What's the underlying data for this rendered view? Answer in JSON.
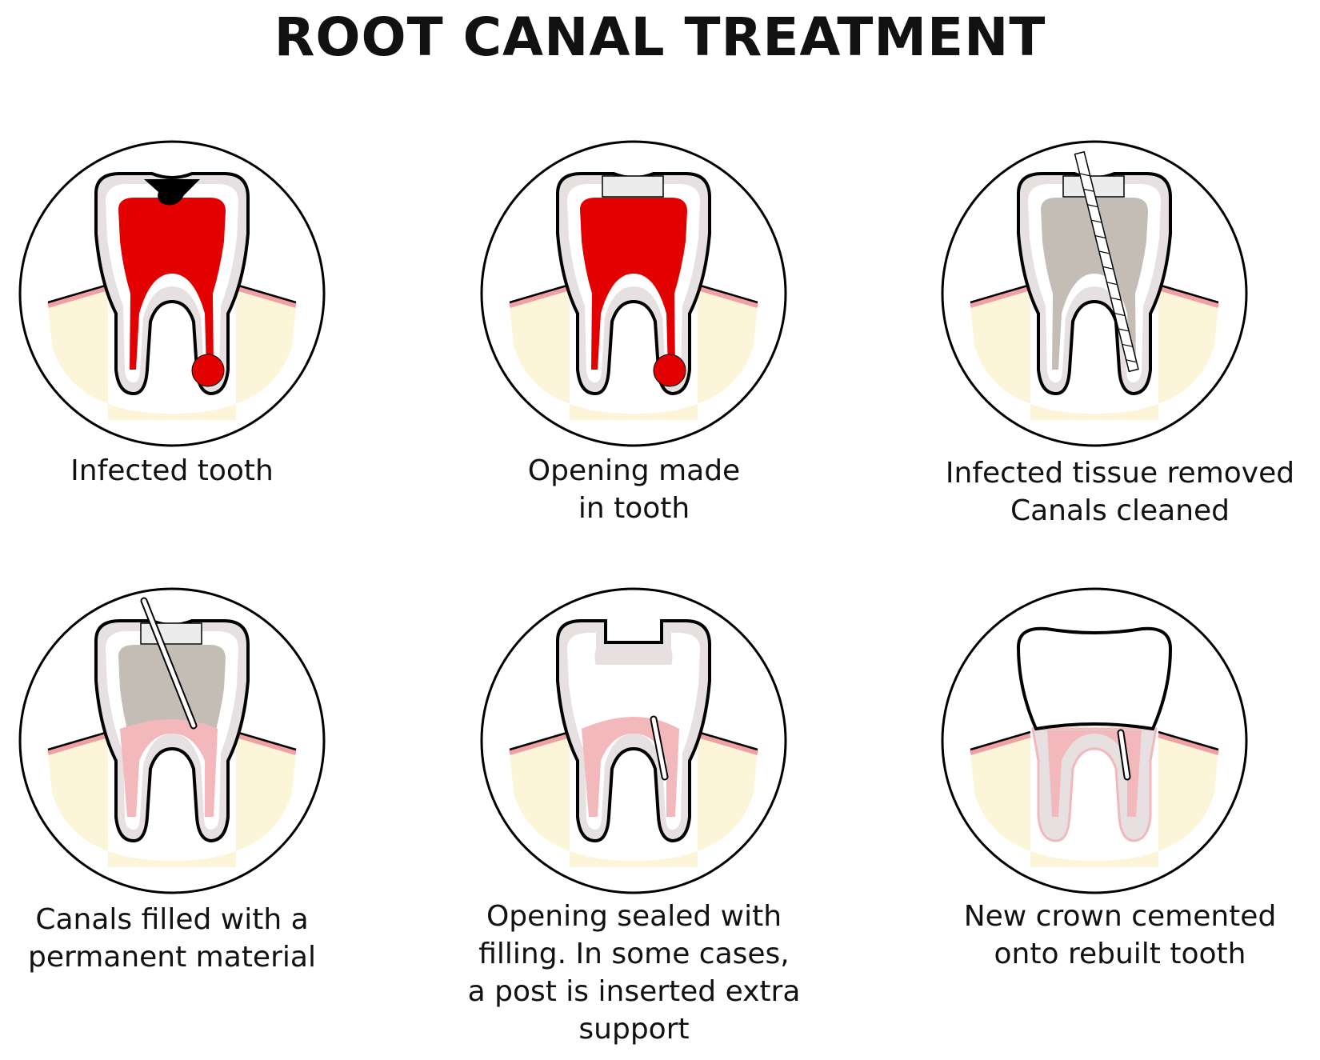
{
  "title": "ROOT CANAL TREATMENT",
  "colors": {
    "pulp": "#e30000",
    "pulp_removed": "#c3bdb6",
    "filling_material": "#f2b8bb",
    "gum_line": "#f0a0a4",
    "bone": "#fdf5d9",
    "dentin": "#e6e0e0",
    "outline": "#000000"
  },
  "steps": [
    {
      "caption_lines": [
        "Infected tooth"
      ]
    },
    {
      "caption_lines": [
        "Opening made",
        "in tooth"
      ]
    },
    {
      "caption_lines": [
        "Infected tissue removed",
        "Canals cleaned"
      ]
    },
    {
      "caption_lines": [
        "Canals filled with a",
        "permanent material"
      ]
    },
    {
      "caption_lines": [
        "Opening sealed with",
        "filling. In some cases,",
        "a post is inserted extra",
        "support"
      ]
    },
    {
      "caption_lines": [
        "New crown cemented",
        "onto rebuilt tooth"
      ]
    }
  ]
}
